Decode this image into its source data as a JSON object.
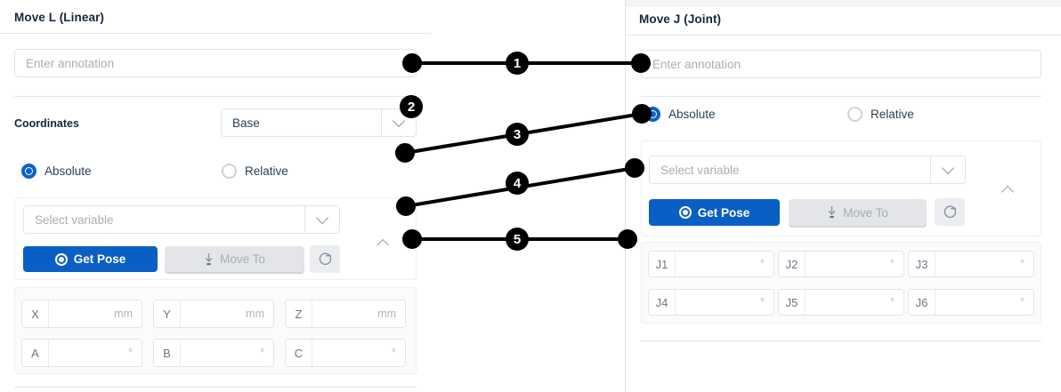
{
  "left_panel": {
    "title": "Move L (Linear)",
    "annotation_placeholder": "Enter annotation",
    "coordinates_label": "Coordinates",
    "coordinates_value": "Base",
    "mode_absolute": "Absolute",
    "mode_relative": "Relative",
    "variable_placeholder": "Select variable",
    "get_pose_label": "Get Pose",
    "move_to_label": "Move To",
    "fields": [
      {
        "label": "X",
        "value": "",
        "unit": "mm"
      },
      {
        "label": "Y",
        "value": "",
        "unit": "mm"
      },
      {
        "label": "Z",
        "value": "",
        "unit": "mm"
      },
      {
        "label": "A",
        "value": "",
        "unit": "°"
      },
      {
        "label": "B",
        "value": "",
        "unit": "°"
      },
      {
        "label": "C",
        "value": "",
        "unit": "°"
      }
    ]
  },
  "right_panel": {
    "title": "Move J (Joint)",
    "annotation_placeholder": "Enter annotation",
    "mode_absolute": "Absolute",
    "mode_relative": "Relative",
    "variable_placeholder": "Select variable",
    "get_pose_label": "Get Pose",
    "move_to_label": "Move To",
    "fields": [
      {
        "label": "J1",
        "value": "",
        "unit": "°"
      },
      {
        "label": "J2",
        "value": "",
        "unit": "°"
      },
      {
        "label": "J3",
        "value": "",
        "unit": "°"
      },
      {
        "label": "J4",
        "value": "",
        "unit": "°"
      },
      {
        "label": "J5",
        "value": "",
        "unit": "°"
      },
      {
        "label": "J6",
        "value": "",
        "unit": "°"
      }
    ]
  },
  "connectors": [
    {
      "number": "1"
    },
    {
      "number": "2"
    },
    {
      "number": "3"
    },
    {
      "number": "4"
    },
    {
      "number": "5"
    }
  ],
  "colors": {
    "primary_blue": "#0a5fc4",
    "radio_blue": "#0a62c9",
    "title_navy": "#17263c",
    "placeholder_gray": "#a8adb4",
    "border_gray": "#dfe3e8",
    "badge_black": "#000000"
  }
}
